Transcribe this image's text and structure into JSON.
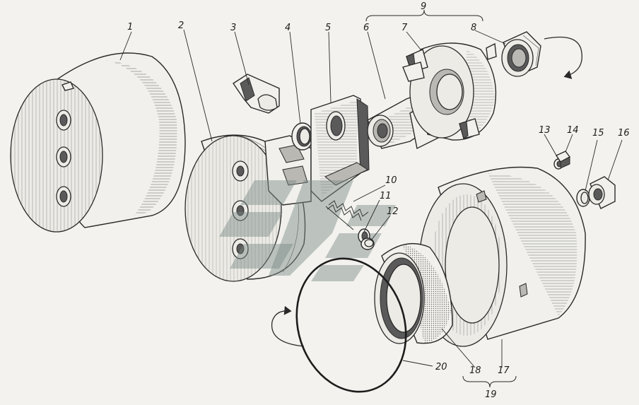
{
  "labels": {
    "l1": "1",
    "l2": "2",
    "l3": "3",
    "l4": "4",
    "l5": "5",
    "l6": "6",
    "l7": "7",
    "l8": "8",
    "l9": "9",
    "l10": "10",
    "l11": "11",
    "l12": "12",
    "l13": "13",
    "l14": "14",
    "l15": "15",
    "l16": "16",
    "l17": "17",
    "l18": "18",
    "l19": "19",
    "l20": "20"
  },
  "colors": {
    "ink": "#2a2a2a",
    "paper": "#f3f2ee",
    "watermark": "#7a8a86"
  }
}
